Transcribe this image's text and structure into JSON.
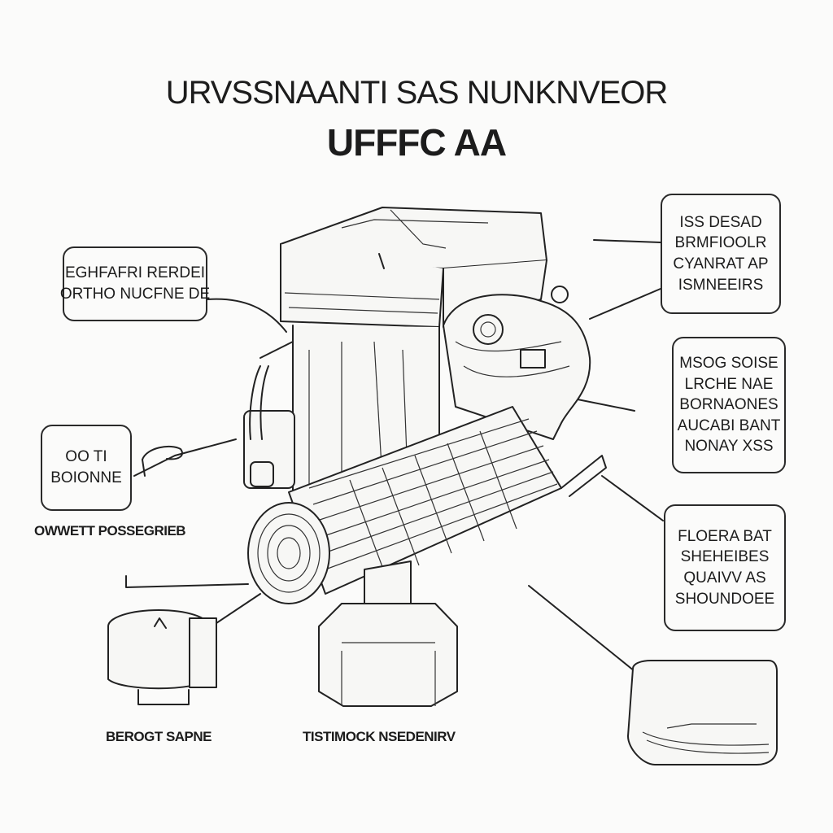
{
  "title": {
    "line1": "URVSSNAANTI SAS NUNKNVEOR",
    "line2": "UFFFC AA"
  },
  "callouts": {
    "top_left": [
      "EGHFAFRI RERDEI",
      "ORTHO NUCFNE DE"
    ],
    "mid_left": [
      "OO TI",
      "BOIONNE"
    ],
    "top_right": [
      "ISS DESAD",
      "BRMFIOOLR",
      "CYANRAT AP",
      "ISMNEEIRS"
    ],
    "mid_right": [
      "MSOG SOISE",
      "LRCHE NAE",
      "BORNAONES",
      "AUCABI BANT",
      "NONAY XSS"
    ],
    "lower_right": [
      "FLOERA BAT",
      "SHEHEIBES",
      "QUAIVV AS",
      "SHOUNDOEE"
    ]
  },
  "captions": {
    "left_side": "OWWETT POSSEGRIEB",
    "bottom_left": "BEROGT SAPNE",
    "bottom_center": "TISTIMOCK NSEDENIRV"
  }
}
